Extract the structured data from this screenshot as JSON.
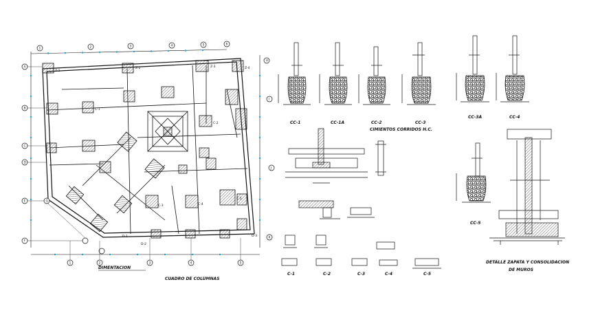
{
  "sheet": {
    "foundation_plan_title": "DIMENTACION",
    "column_schedule_title": "CUADRO DE COLUMNAS",
    "footing_section_title": "CIMIENTOS CORRIDOS H.C.",
    "detail_title_line1": "DETALLE ZAPATA Y CONSOLIDACION",
    "detail_title_line2": "DE MUROS"
  },
  "pier_details": {
    "group_a": [
      "CC-1",
      "CC-1A",
      "CC-2",
      "CC-3"
    ],
    "group_b": [
      "CC-3A",
      "CC-4"
    ],
    "single": "CC-5"
  },
  "column_details": [
    "C-1",
    "C-2",
    "C-3",
    "C-4",
    "C-5"
  ],
  "plan_tags": [
    "Z-1",
    "Z-2",
    "Z-3",
    "Z-4",
    "C-1",
    "C-2",
    "C-3",
    "C-4",
    "C-5",
    "D-1",
    "D-2",
    "D-3"
  ],
  "grid_bubbles": {
    "top": [
      "1",
      "2",
      "3",
      "4",
      "5",
      "6"
    ],
    "left": [
      "A",
      "B",
      "C",
      "D",
      "E",
      "F",
      "G"
    ],
    "right": [
      "H",
      "I",
      "J",
      "K"
    ],
    "bottom": [
      "1",
      "2",
      "3",
      "4",
      "5"
    ]
  },
  "colors": {
    "ink": "#111111",
    "hatch": "#444444",
    "grid_dot": "#1aa3e8",
    "paper": "#ffffff"
  }
}
